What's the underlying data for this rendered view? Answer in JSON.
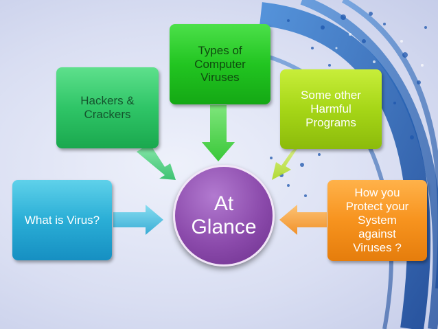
{
  "center": {
    "lines": [
      "At",
      "Glance"
    ]
  },
  "nodes": {
    "what_is_virus": {
      "lines": [
        "What is Virus?"
      ]
    },
    "hackers": {
      "lines": [
        "Hackers &",
        "Crackers"
      ]
    },
    "types": {
      "lines": [
        "Types of",
        "Computer",
        "Viruses"
      ]
    },
    "other": {
      "lines": [
        "Some other",
        "Harmful",
        "Programs"
      ]
    },
    "protect": {
      "lines": [
        "How you",
        "Protect your",
        "System",
        "against",
        "Viruses ?"
      ]
    }
  },
  "colors": {
    "center": "#8b4aab",
    "what_is_virus": "#2aaed6",
    "hackers": "#2fc567",
    "types": "#22c521",
    "other": "#a6d617",
    "protect": "#f7931e",
    "background_swirl": "#1f5fb5"
  }
}
